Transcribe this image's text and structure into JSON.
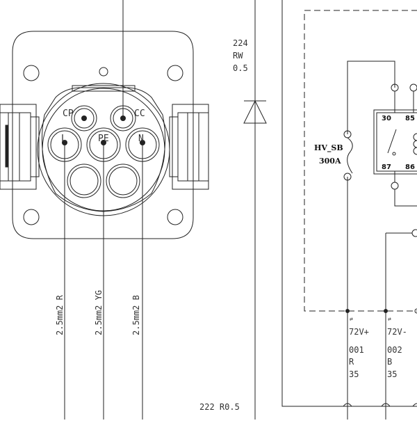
{
  "connector": {
    "pins": {
      "cp": "CP",
      "cc": "CC",
      "l": "L",
      "pe": "PE",
      "n": "N"
    }
  },
  "wire_labels": {
    "l_wire": "2.5mm2 R",
    "pe_wire": "2.5mm2 YG",
    "n_wire": "2.5mm2 B"
  },
  "top_wire": {
    "number": "224",
    "color": "RW",
    "gauge": "0.5"
  },
  "bottom_wire": "222 R0.5",
  "fuse": {
    "name": "HV_SB",
    "rating": "300A"
  },
  "relay": {
    "t30": "30",
    "t85": "85",
    "t87": "87",
    "t86": "86"
  },
  "terminals": [
    {
      "tag": "⇄",
      "name": "72V+",
      "circuit": "001",
      "color": "R",
      "gauge": "35"
    },
    {
      "tag": "⇄",
      "name": "72V-",
      "circuit": "002",
      "color": "B",
      "gauge": "35"
    }
  ]
}
